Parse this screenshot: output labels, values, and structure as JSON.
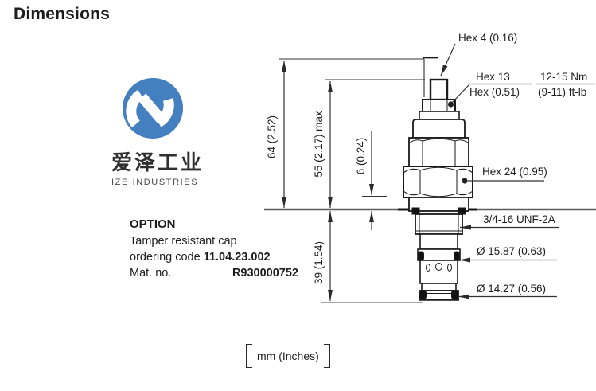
{
  "page": {
    "title": "Dimensions"
  },
  "logo": {
    "cn": "爱泽工业",
    "en": "IZE INDUSTRIES",
    "brand_color": "#4480c0"
  },
  "option": {
    "heading": "OPTION",
    "line1": "Tamper resistant cap",
    "line2_prefix": "ordering code ",
    "ordering_code": "11.04.23.002",
    "mat_label": "Mat. no.",
    "mat_no": "R930000752"
  },
  "drawing": {
    "annotations": {
      "hex4": "Hex 4 (0.16)",
      "hex13_top": "Hex  13",
      "hex13_bottom": "Hex (0.51)",
      "torque_top": "12-15 Nm",
      "torque_bottom": "(9-11) ft-lb",
      "hex24": "Hex 24 (0.95)",
      "thread": "3/4-16 UNF-2A",
      "dia_upper": "Ø 15.87 (0.63)",
      "dia_lower": "Ø 14.27 (0.56)"
    },
    "dimensions": {
      "height_total": "64 (2.52)",
      "height_max": "55 (2.17) max",
      "travel": "6 (0.24)",
      "depth": "39 (1.54)"
    },
    "units": "mm (Inches)"
  }
}
